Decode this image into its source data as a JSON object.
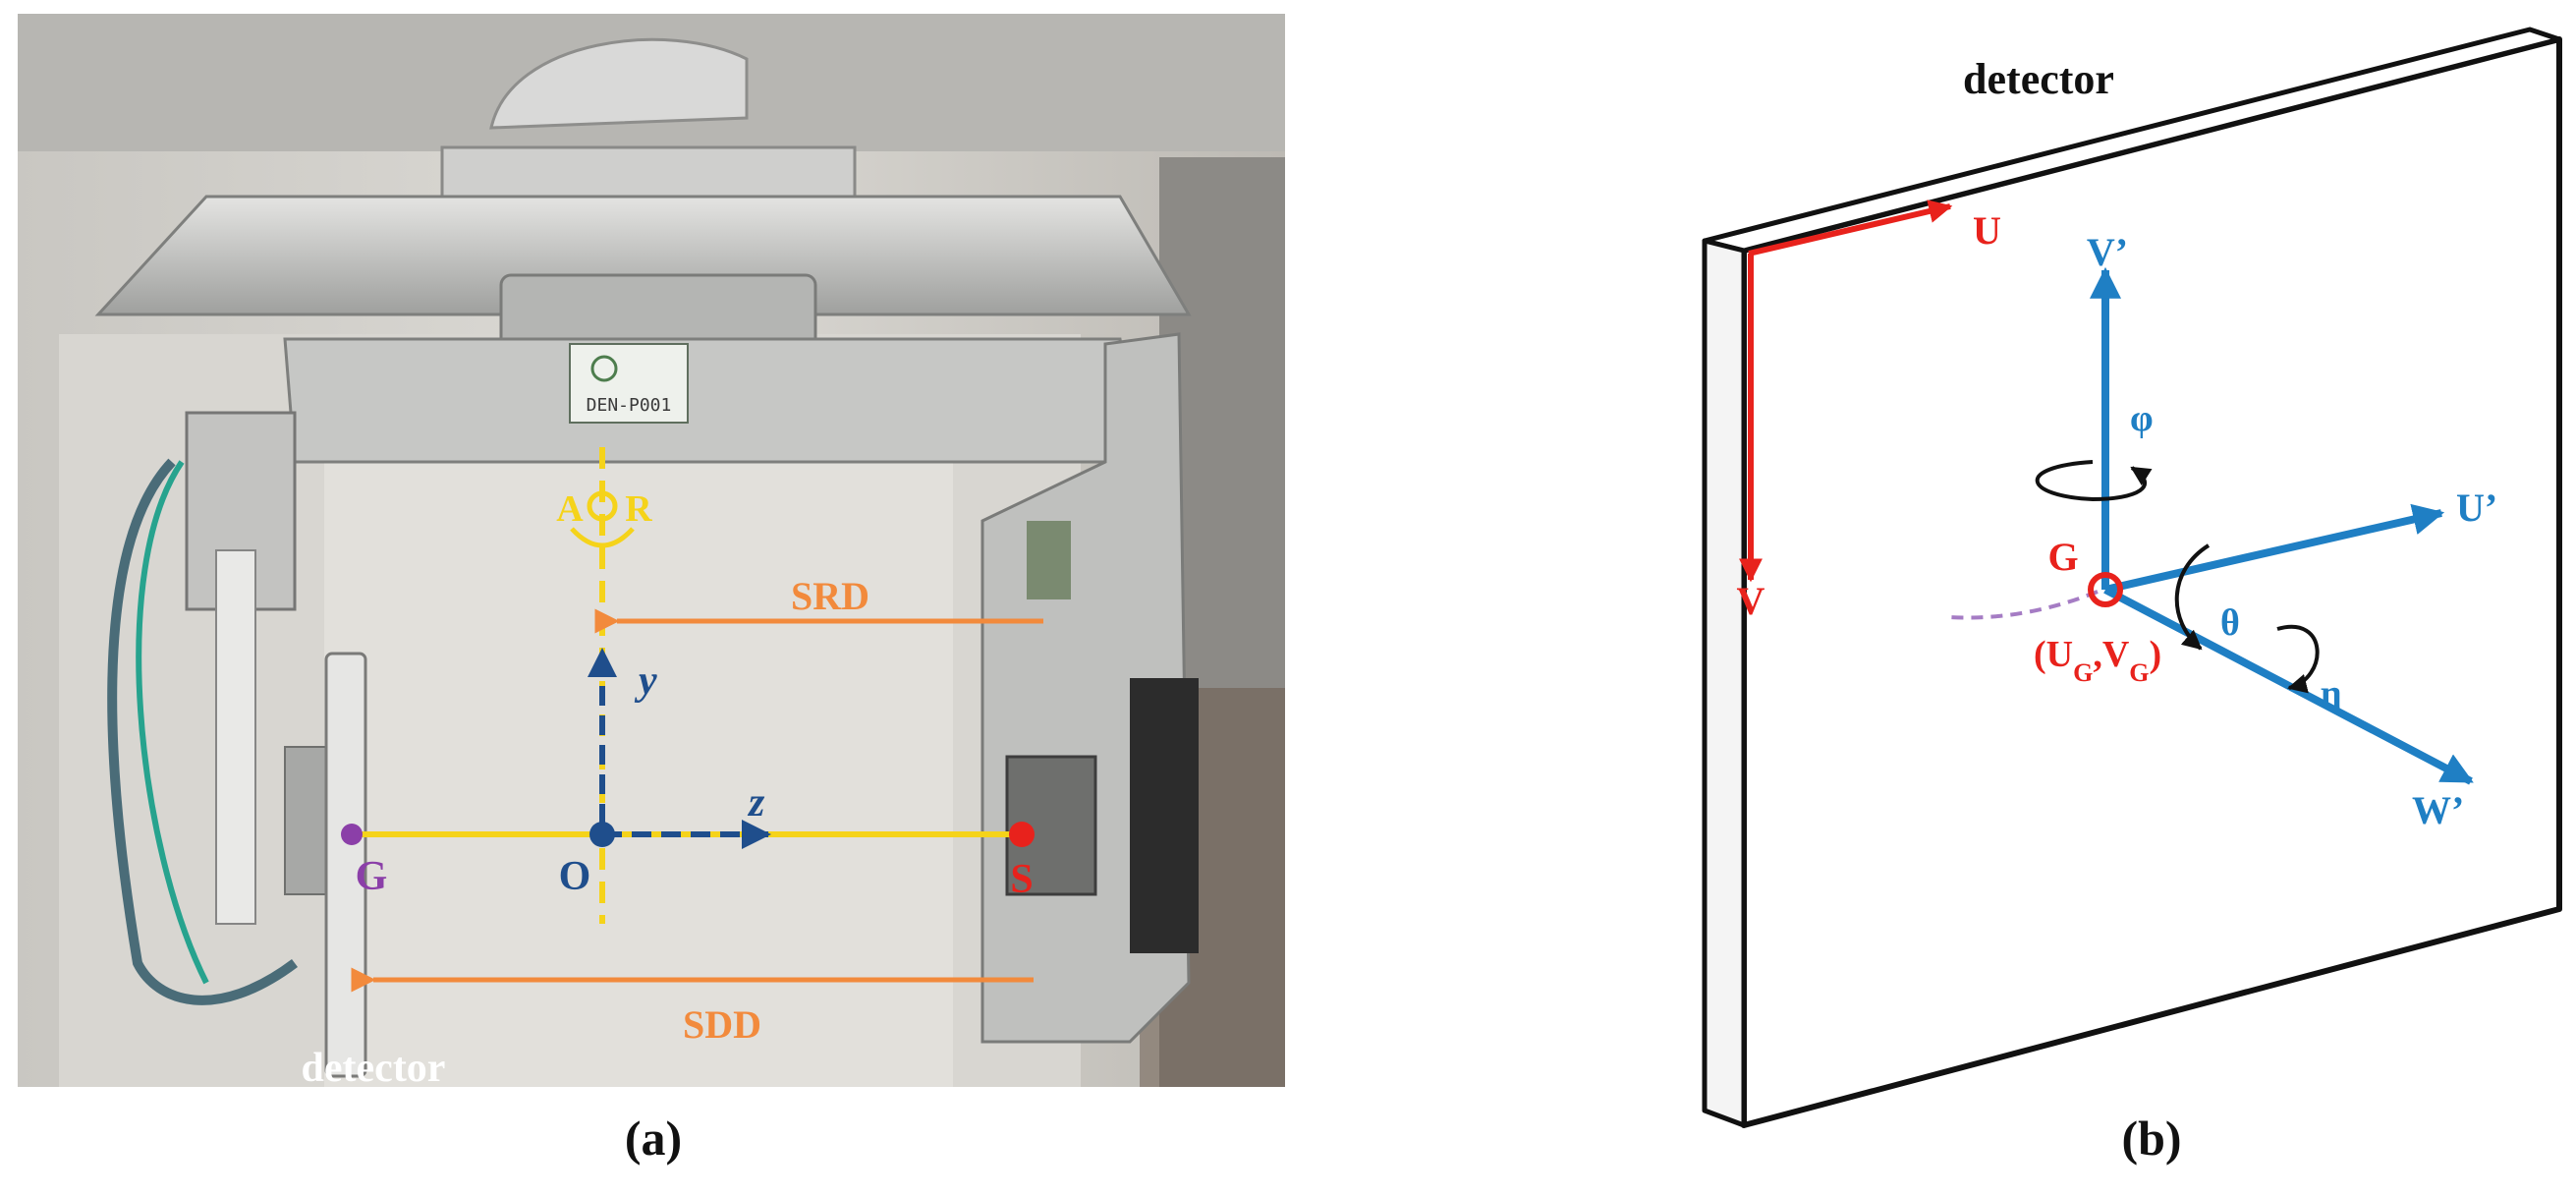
{
  "panel_a": {
    "caption": "(a)",
    "labels": {
      "aor_a": "A",
      "aor_r": "R",
      "srd": "SRD",
      "sdd": "SDD",
      "y_axis": "y",
      "z_axis": "z",
      "point_g": "G",
      "point_o": "O",
      "point_s": "S",
      "detector": "detector",
      "plate_text": "DEN-P001"
    }
  },
  "panel_b": {
    "caption": "(b)",
    "labels": {
      "detector": "detector",
      "u": "U",
      "v": "V",
      "v_prime": "V’",
      "u_prime": "U’",
      "w_prime": "W’",
      "phi": "φ",
      "theta": "θ",
      "eta": "η",
      "g": "G",
      "coord_open": "(U",
      "coord_sub_g1": "G",
      "coord_mid": ",V",
      "coord_sub_g2": "G",
      "coord_close": ")"
    }
  },
  "colors": {
    "yellow": "#f5d31a",
    "orange": "#f28a3c",
    "navy": "#1f4e8c",
    "purple": "#8b3fa8",
    "red": "#e8221c",
    "blue": "#1f7fc4",
    "black": "#111111"
  }
}
